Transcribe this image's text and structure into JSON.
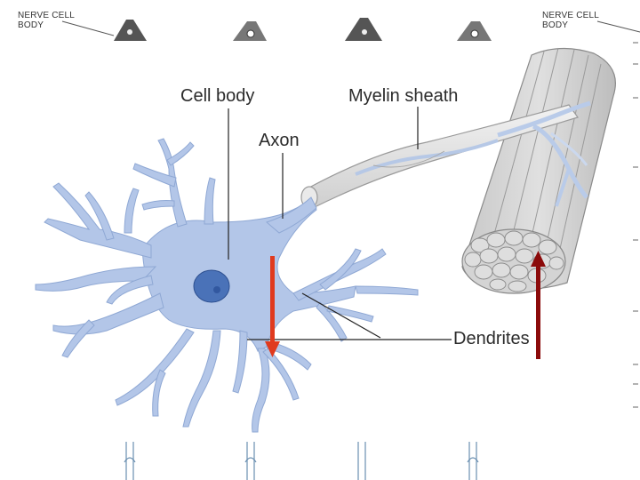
{
  "top_strip": {
    "left_label_line1": "NERVE CELL",
    "left_label_line2": "BODY",
    "right_label_line1": "NERVE CELL",
    "right_label_line2": "BODY"
  },
  "diagram": {
    "labels": {
      "cell_body": "Cell body",
      "myelin_sheath": "Myelin sheath",
      "axon": "Axon",
      "dendrites": "Dendrites"
    },
    "colors": {
      "neuron_fill": "#b3c6e8",
      "nucleus": "#4a72b8",
      "nerve_bundle": "#cccccc",
      "red_arrow": "#e03a1e",
      "dark_red_arrow": "#8b0a0a"
    }
  }
}
